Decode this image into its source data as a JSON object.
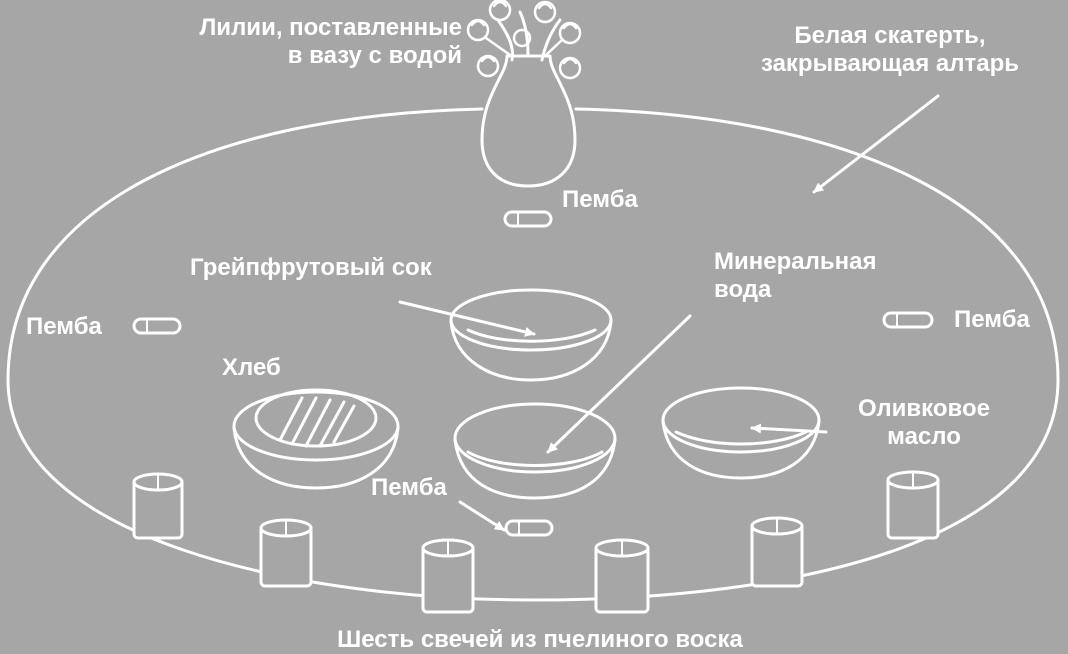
{
  "colors": {
    "background": "#a6a6a6",
    "stroke": "#ffffff"
  },
  "labels": {
    "lilies": [
      "Лилии, поставленные",
      "в вазу с водой"
    ],
    "tablecloth": [
      "Белая скатерть,",
      "закрывающая алтарь"
    ],
    "pemba": "Пемба",
    "grapefruit": "Грейпфрутовый сок",
    "mineral": [
      "Минеральная",
      "вода"
    ],
    "bread": "Хлеб",
    "olive": [
      "Оливковое",
      "масло"
    ],
    "candles": "Шесть свечей из пчелиного воска"
  }
}
